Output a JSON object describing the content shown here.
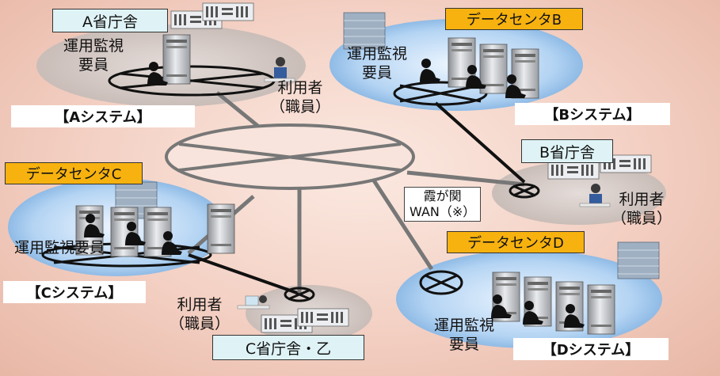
{
  "nodes": {
    "a_office": {
      "label": "A省庁舎"
    },
    "a_system": {
      "label": "【Aシステム】",
      "ops": "運用監視\n要員",
      "user": "利用者\n（職員）"
    },
    "dc_b": {
      "label": "データセンタB",
      "ops": "運用監視\n要員",
      "system": "【Bシステム】"
    },
    "b_office": {
      "label": "B省庁舎",
      "user": "利用者\n（職員）"
    },
    "dc_c": {
      "label": "データセンタC",
      "ops": "運用監視要員",
      "system": "【Cシステム】"
    },
    "c_office": {
      "label": "C省庁舎・乙",
      "user": "利用者\n（職員）"
    },
    "dc_d": {
      "label": "データセンタD",
      "ops": "運用監視\n要員",
      "system": "【Dシステム】"
    }
  },
  "wan": {
    "label": "霞が関\nWAN（※）"
  },
  "colors": {
    "background": "#f3d0c3",
    "dc_ellipse": "#a9cdf0",
    "office_ellipse": "#cfc6c3",
    "datacenter_tag": "#f7b20f",
    "office_tag": "#dff3f6",
    "network_line": "#666666"
  }
}
